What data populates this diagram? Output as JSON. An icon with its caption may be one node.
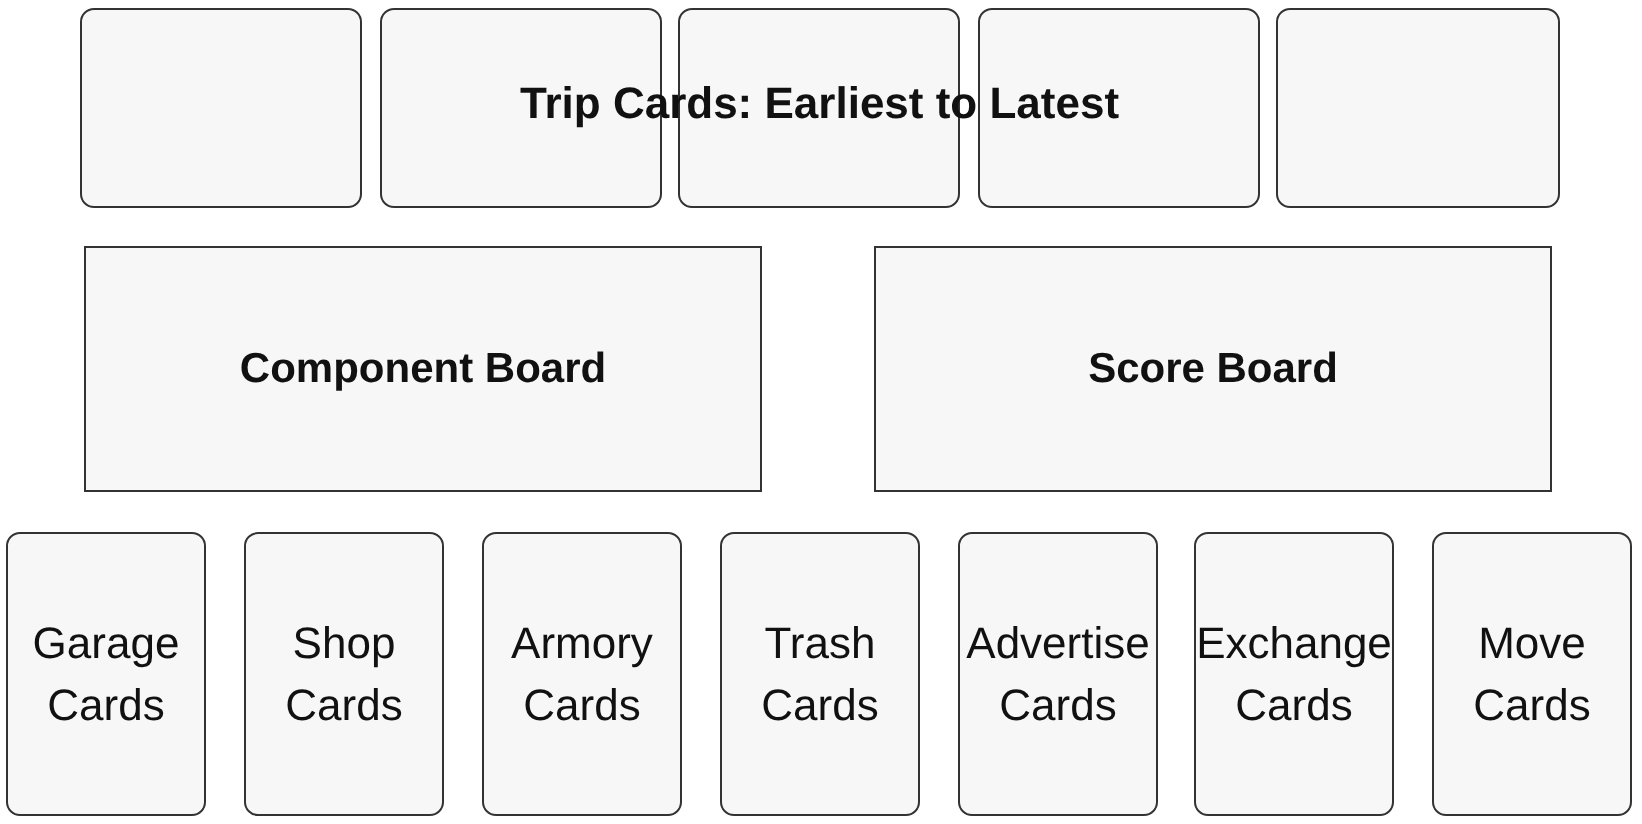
{
  "diagram": {
    "nodes": [
      {
        "text": [],
        "shape": "box"
      },
      {
        "text": [],
        "shape": "box"
      },
      {
        "text": [],
        "shape": "box"
      },
      {
        "text": [],
        "shape": "box"
      },
      {
        "text": [],
        "shape": "box"
      },
      {
        "text": [
          "Component Board"
        ]
      },
      {
        "text": [
          "Score Board"
        ]
      },
      {
        "text": [
          "Garage Cards"
        ]
      },
      {
        "text": [
          "Shop Cards"
        ]
      },
      {
        "text": [
          "Armory Cards"
        ]
      },
      {
        "text": [
          "Trash Cards"
        ]
      },
      {
        "text": [
          "Advertise Cards"
        ]
      },
      {
        "text": [
          "Exchange Cards"
        ]
      },
      {
        "text": [
          "Move Cards"
        ]
      }
    ],
    "labels": [
      "Trip Cards: Earliest to Latest"
    ]
  }
}
